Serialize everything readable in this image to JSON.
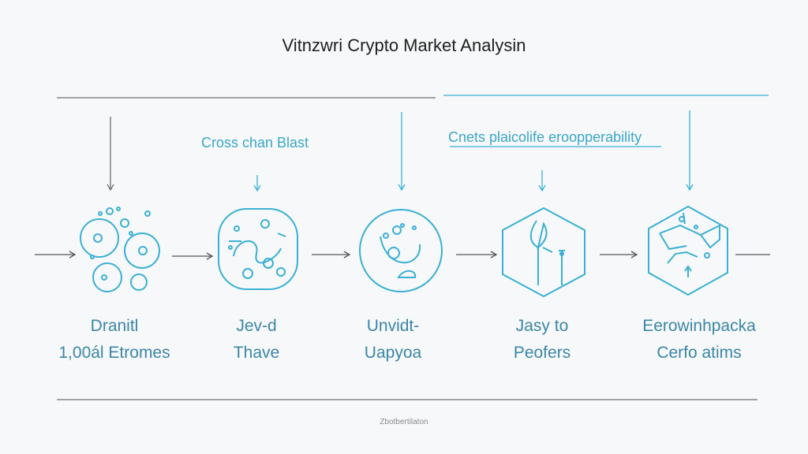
{
  "title": "Vitnzwri Crypto Market Analysin",
  "annotations": {
    "left": "Cross chan Blast",
    "right": "Cnets plaicolife eroopperability"
  },
  "stages": [
    {
      "line1": "Dranitl",
      "line2": "1,00ál Etromes",
      "icon": "coins-cluster-icon"
    },
    {
      "line1": "Jev-d",
      "line2": "Thave",
      "icon": "circuit-gears-icon"
    },
    {
      "line1": "Unvidt-",
      "line2": "Uapyoa",
      "icon": "coin-circle-icon"
    },
    {
      "line1": "Jasy to",
      "line2": "Peofers",
      "icon": "hexagon-tool-icon"
    },
    {
      "line1": "Eerowinhpacka",
      "line2": "Cerfo atims",
      "icon": "hexagon-network-icon"
    }
  ],
  "footer": "Zbotbertilaton",
  "colors": {
    "accent": "#3ab0d4",
    "line_gray": "#6e6e6e",
    "text_blue": "#3a86a6"
  }
}
